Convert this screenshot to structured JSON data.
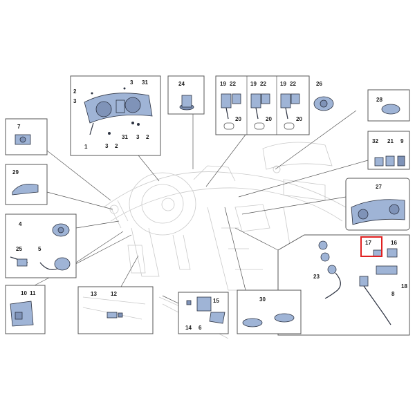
{
  "colors": {
    "part_fill": "#9fb4d6",
    "part_dark": "#7f93b8",
    "outline": "#2b3140",
    "highlight": "#e02020"
  },
  "highlighted_part": "17",
  "callouts": {
    "cluster_1": "1",
    "cluster_2a": "2",
    "cluster_3a": "3",
    "cluster_3b": "3",
    "cluster_31a": "31",
    "cluster_31b": "31",
    "cluster_3c": "3",
    "cluster_3d": "3",
    "cluster_2b": "2",
    "cluster_2c": "2",
    "p24": "24",
    "p19a": "19",
    "p22a": "22",
    "p20a": "20",
    "p19b": "19",
    "p22b": "22",
    "p20b": "20",
    "p19c": "19",
    "p22c": "22",
    "p20c": "20",
    "p26": "26",
    "p28": "28",
    "p7": "7",
    "p29": "29",
    "p4": "4",
    "p25": "25",
    "p5": "5",
    "p10": "10",
    "p11": "11",
    "p32": "32",
    "p21": "21",
    "p9": "9",
    "p27": "27",
    "p17": "17",
    "p16": "16",
    "p18": "18",
    "p23": "23",
    "p8": "8",
    "p13": "13",
    "p12": "12",
    "p14": "14",
    "p6": "6",
    "p15": "15",
    "p30": "30"
  }
}
